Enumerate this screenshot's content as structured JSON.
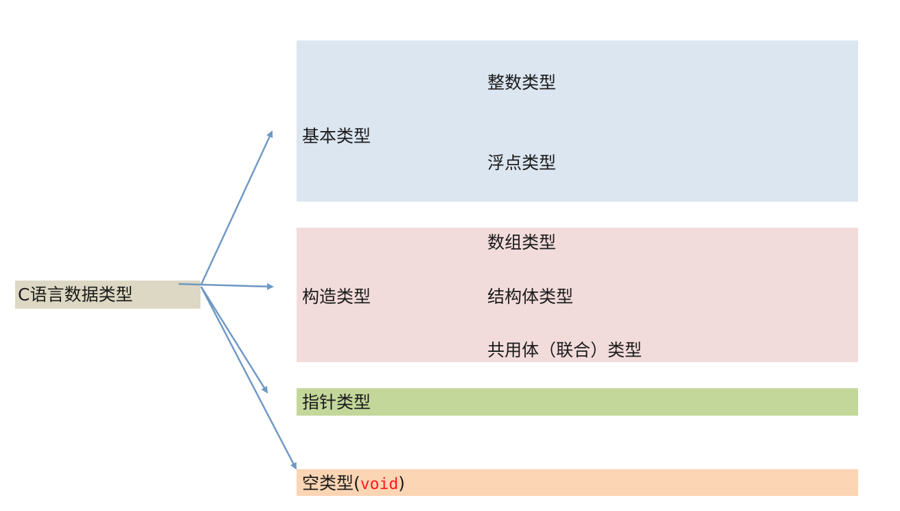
{
  "root": {
    "label": "C语言数据类型"
  },
  "categories": {
    "basic": {
      "label": "基本类型",
      "children": [
        "整数类型",
        "浮点类型"
      ]
    },
    "construct": {
      "label": "构造类型",
      "children": [
        "数组类型",
        "结构体类型",
        "共用体（联合）类型"
      ]
    },
    "pointer": {
      "label": "指针类型"
    },
    "void": {
      "label": "空类型",
      "open": "(",
      "keyword": "void",
      "close": ")"
    }
  },
  "colors": {
    "root_bg": "#ddd8c3",
    "basic_bg": "#dce6f1",
    "construct_bg": "#f2dcdb",
    "pointer_bg": "#c4d79b",
    "void_bg": "#fcd5b4",
    "arrow": "#6f98c4",
    "keyword": "#ff1a1a"
  }
}
